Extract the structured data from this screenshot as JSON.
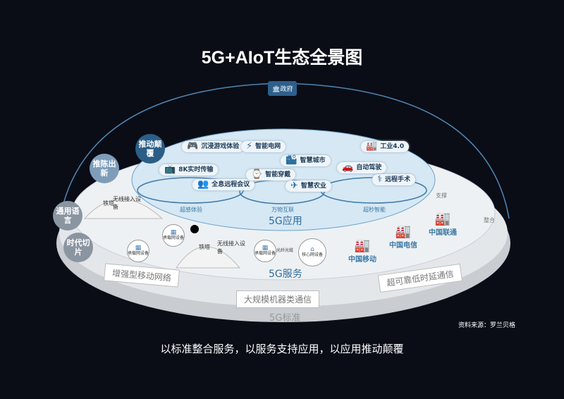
{
  "title": "5G+AIoT生态全景图",
  "government": "政府",
  "left_bubbles": [
    "推动颠覆",
    "推陈出新",
    "通用语言",
    "时代切片"
  ],
  "application": {
    "layer_label": "5G应用",
    "groups": [
      {
        "label": "超感体验",
        "items": [
          "8K实时传输",
          "全息远程会议",
          "沉浸游戏体验"
        ]
      },
      {
        "label": "万物互联",
        "items": [
          "智能电网",
          "智能穿戴",
          "智慧城市",
          "智慧农业"
        ]
      },
      {
        "label": "超秒智能",
        "items": [
          "自动驾驶",
          "远程手术",
          "工业4.0"
        ]
      }
    ]
  },
  "service": {
    "layer_label": "5G服务",
    "tower": "铁塔",
    "access": "无线接入设备",
    "bearer": "承载网设备",
    "fiber": "光纤光缆",
    "core": "核心网设备",
    "operators": [
      "中国移动",
      "中国电信",
      "中国联通"
    ],
    "support": "支撑",
    "integrate": "整合"
  },
  "standard": {
    "layer_label": "5G标准",
    "signs": [
      "增强型移动网络",
      "大规模机器类通信",
      "超可靠低时延通信"
    ]
  },
  "source": "资料来源：罗兰贝格",
  "caption": "以标准整合服务，以服务支持应用，以应用推动颠覆"
}
